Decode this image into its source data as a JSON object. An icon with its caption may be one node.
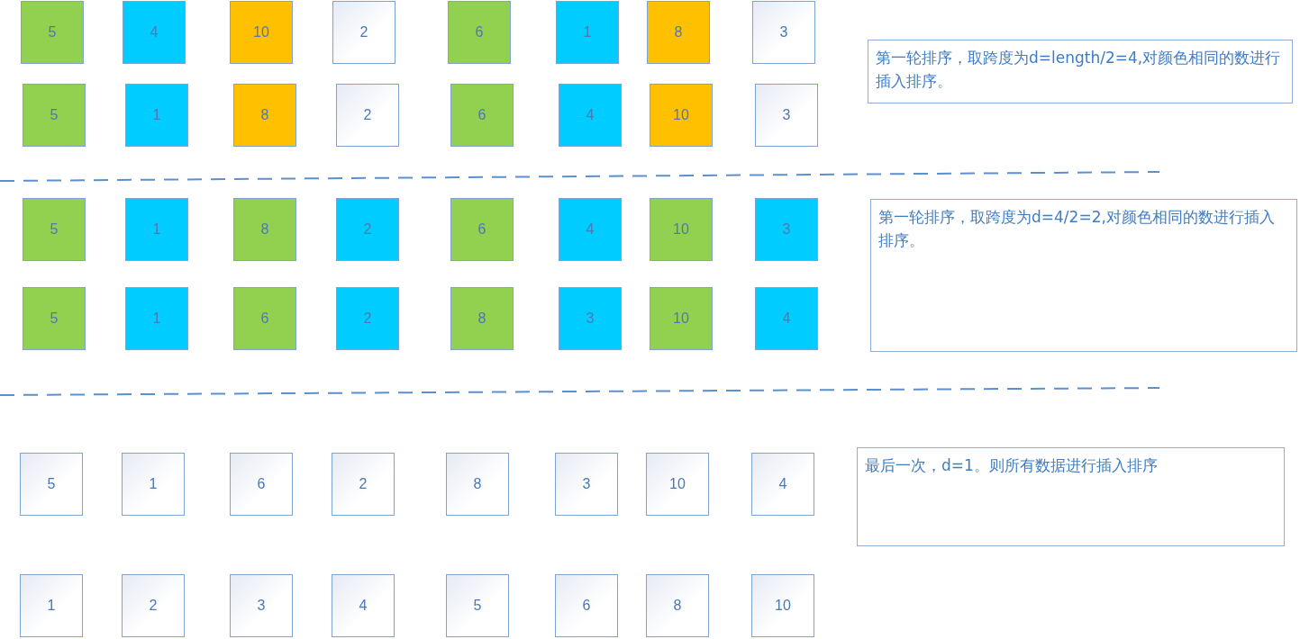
{
  "diagram": {
    "nodes": [
      {
        "text": [
          "5"
        ]
      },
      {
        "text": [
          "4"
        ]
      },
      {
        "text": [
          "10"
        ]
      },
      {
        "text": [
          "2"
        ]
      },
      {
        "text": [
          "6"
        ]
      },
      {
        "text": [
          "1"
        ]
      },
      {
        "text": [
          "8"
        ]
      },
      {
        "text": [
          "3"
        ]
      },
      {
        "text": [
          "5"
        ]
      },
      {
        "text": [
          "1"
        ]
      },
      {
        "text": [
          "8"
        ]
      },
      {
        "text": [
          "2"
        ]
      },
      {
        "text": [
          "6"
        ]
      },
      {
        "text": [
          "4"
        ]
      },
      {
        "text": [
          "10"
        ]
      },
      {
        "text": [
          "3"
        ]
      },
      {
        "text": [
          "第一轮排序，取跨度为d=length/2=4,对颜色相同的数进行插入排序。"
        ]
      },
      {
        "text": [
          "5"
        ]
      },
      {
        "text": [
          "1"
        ]
      },
      {
        "text": [
          "8"
        ]
      },
      {
        "text": [
          "2"
        ]
      },
      {
        "text": [
          "6"
        ]
      },
      {
        "text": [
          "4"
        ]
      },
      {
        "text": [
          "10"
        ]
      },
      {
        "text": [
          "3"
        ]
      },
      {
        "text": [
          "5"
        ]
      },
      {
        "text": [
          "1"
        ]
      },
      {
        "text": [
          "6"
        ]
      },
      {
        "text": [
          "2"
        ]
      },
      {
        "text": [
          "8"
        ]
      },
      {
        "text": [
          "3"
        ]
      },
      {
        "text": [
          "10"
        ]
      },
      {
        "text": [
          "4"
        ]
      },
      {
        "text": [
          "第一轮排序，取跨度为d=4/2=2,对颜色相同的数进行插入排序。"
        ]
      },
      {
        "text": [
          "5"
        ]
      },
      {
        "text": [
          "1"
        ]
      },
      {
        "text": [
          "6"
        ]
      },
      {
        "text": [
          "2"
        ]
      },
      {
        "text": [
          "8"
        ]
      },
      {
        "text": [
          "3"
        ]
      },
      {
        "text": [
          "10"
        ]
      },
      {
        "text": [
          "4"
        ]
      },
      {
        "text": [
          "1"
        ]
      },
      {
        "text": [
          "2"
        ]
      },
      {
        "text": [
          "3"
        ]
      },
      {
        "text": [
          "4"
        ]
      },
      {
        "text": [
          "5"
        ]
      },
      {
        "text": [
          "6"
        ]
      },
      {
        "text": [
          "8"
        ]
      },
      {
        "text": [
          "10"
        ]
      },
      {
        "text": [
          "最后一次，d=1。则所有数据进行插入排序"
        ]
      }
    ]
  }
}
